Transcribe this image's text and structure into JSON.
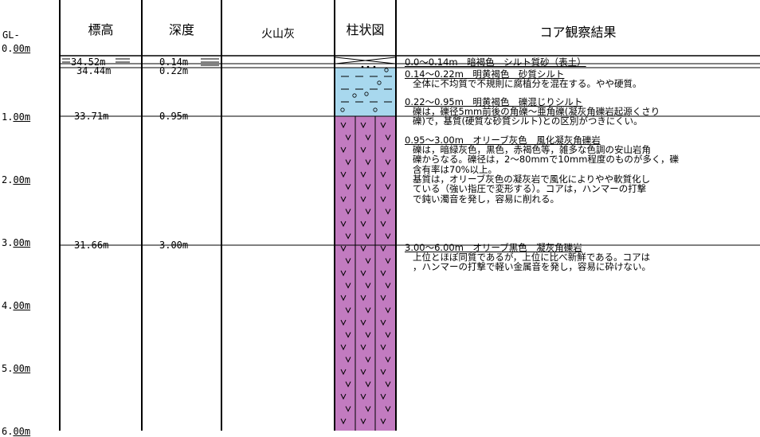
{
  "header": {
    "gl_label": "GL-",
    "elevation": "標高",
    "depth": "深度",
    "volcanic_ash": "火山灰",
    "column": "柱状図",
    "observation": "コア観察結果"
  },
  "scale_labels": [
    {
      "num": "0.",
      "unit": "00m"
    },
    {
      "num": "1.",
      "unit": "00m"
    },
    {
      "num": "2.",
      "unit": "00m"
    },
    {
      "num": "3.",
      "unit": "00m"
    },
    {
      "num": "4.",
      "unit": "00m"
    },
    {
      "num": "5.",
      "unit": "00m"
    },
    {
      "num": "6.",
      "unit": "00m"
    }
  ],
  "boundaries": [
    {
      "elevation": "34.52m",
      "depth": "0.14m"
    },
    {
      "elevation": "34.44m",
      "depth": "0.22m"
    },
    {
      "elevation": "33.71m",
      "depth": "0.95m"
    },
    {
      "elevation": "31.66m",
      "depth": "3.00m"
    }
  ],
  "observations": [
    {
      "title": "0.0～0.14m　暗褐色　シルト質砂（表土）",
      "body": []
    },
    {
      "title": "0.14～0.22m　明黄褐色　砂質シルト",
      "body": [
        "全体に不均質で不規則に腐植分を混在する。やや硬質。"
      ]
    },
    {
      "title": "0.22～0.95m　明黄褐色　礫混じりシルト",
      "body": [
        "礫は，礫径5mm前後の角礫～亜角礫(凝灰角礫岩起源くさり",
        "礫)で，基質(硬質な砂質シルト)との区別がつきにくい。"
      ]
    },
    {
      "title": "0.95～3.00m　オリーブ灰色　風化凝灰角礫岩",
      "body": [
        "礫は，暗緑灰色，黒色，赤褐色等，雑多な色調の安山岩角",
        "礫からなる。礫径は，2～80mmで10mm程度のものが多く，礫",
        "含有率は70%以上。",
        "基質は，オリーブ灰色の凝灰岩で風化によりやや軟質化し",
        "ている（強い指圧で変形する）。コアは，ハンマーの打撃",
        "で鈍い濁音を発し，容易に削れる。"
      ]
    },
    {
      "title": "3.00～6.00m　オリーブ黒色　凝灰角礫岩",
      "body": [
        "上位とほぼ同質であるが，上位に比べ新鮮である。コアは",
        "，ハンマーの打撃で軽い金属音を発し，容易に砕けない。"
      ]
    }
  ],
  "colors": {
    "fill_silt": "#a8d8ee",
    "fill_tuff": "#c27bc0",
    "line": "#000000"
  }
}
